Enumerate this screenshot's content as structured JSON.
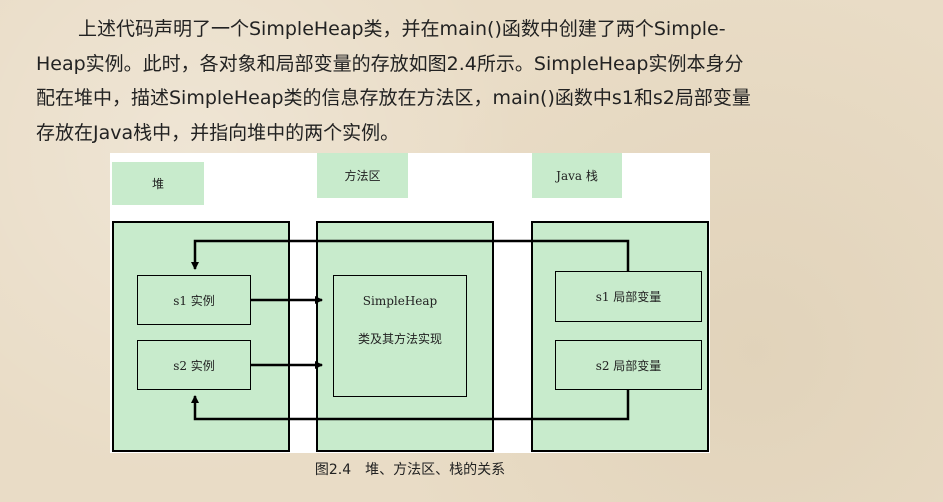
{
  "paragraph": {
    "lines": [
      "上述代码声明了一个SimpleHeap类，并在main()函数中创建了两个Simple-",
      "Heap实例。此时，各对象和局部变量的存放如图2.4所示。SimpleHeap实例本身分",
      "配在堆中，描述SimpleHeap类的信息存放在方法区，main()函数中s1和s2局部变量",
      "存放在Java栈中，并指向堆中的两个实例。"
    ]
  },
  "figure": {
    "labels": {
      "heap": "堆",
      "method_area": "方法区",
      "java_stack": "Java 栈"
    },
    "heap_boxes": [
      "s1 实例",
      "s2 实例"
    ],
    "method_box": {
      "line1": "SimpleHeap",
      "line2": "类及其方法实现"
    },
    "stack_boxes": [
      "s1 局部变量",
      "s2 局部变量"
    ],
    "colors": {
      "panel_fill": "#c8ebcc",
      "stroke": "#000000",
      "background": "#ffffff"
    }
  },
  "caption": "图2.4　堆、方法区、栈的关系"
}
